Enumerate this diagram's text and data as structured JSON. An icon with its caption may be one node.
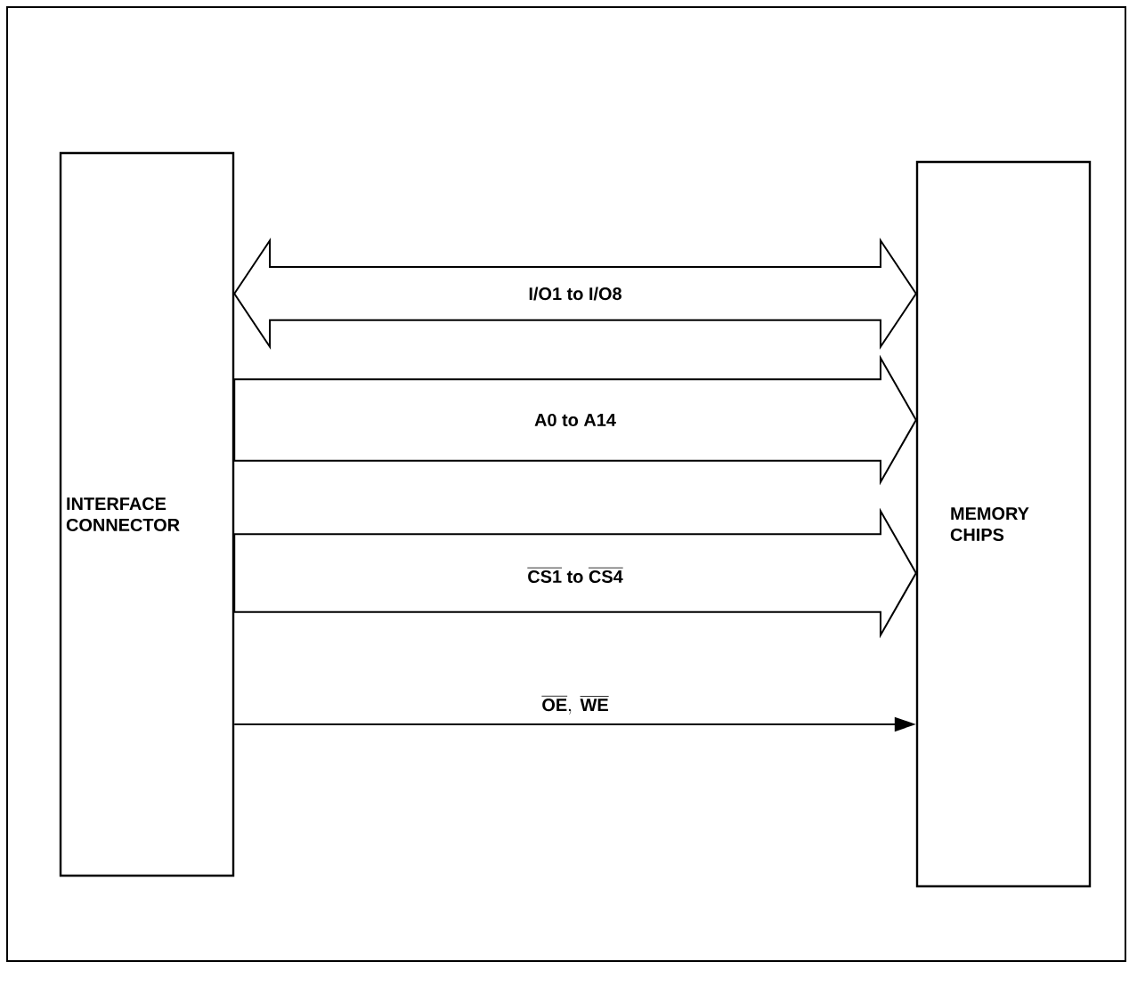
{
  "diagram": {
    "nodes": [
      {
        "text": [
          "INTERFACE CONNECTOR"
        ]
      },
      {
        "text": [
          "MEMORY CHIPS"
        ]
      }
    ],
    "edges": [
      {
        "from": 0,
        "to": 1,
        "arrow": "both",
        "style": "thick",
        "label": "\\text{I/O1 to I/O8}"
      },
      {
        "from": 0,
        "to": 1,
        "arrow": "to",
        "style": "thick",
        "label": "\\text{A0 to A14}"
      },
      {
        "from": 0,
        "to": 1,
        "arrow": "to",
        "style": "thick",
        "label": "\\overline{\\text{CS1}}\\text{ to }\\overline{\\text{CS4}}"
      },
      {
        "from": 0,
        "to": 1,
        "arrow": "to",
        "label": "\\overline{\\text{OE}},\\ \\overline{\\text{WE}}"
      }
    ]
  }
}
